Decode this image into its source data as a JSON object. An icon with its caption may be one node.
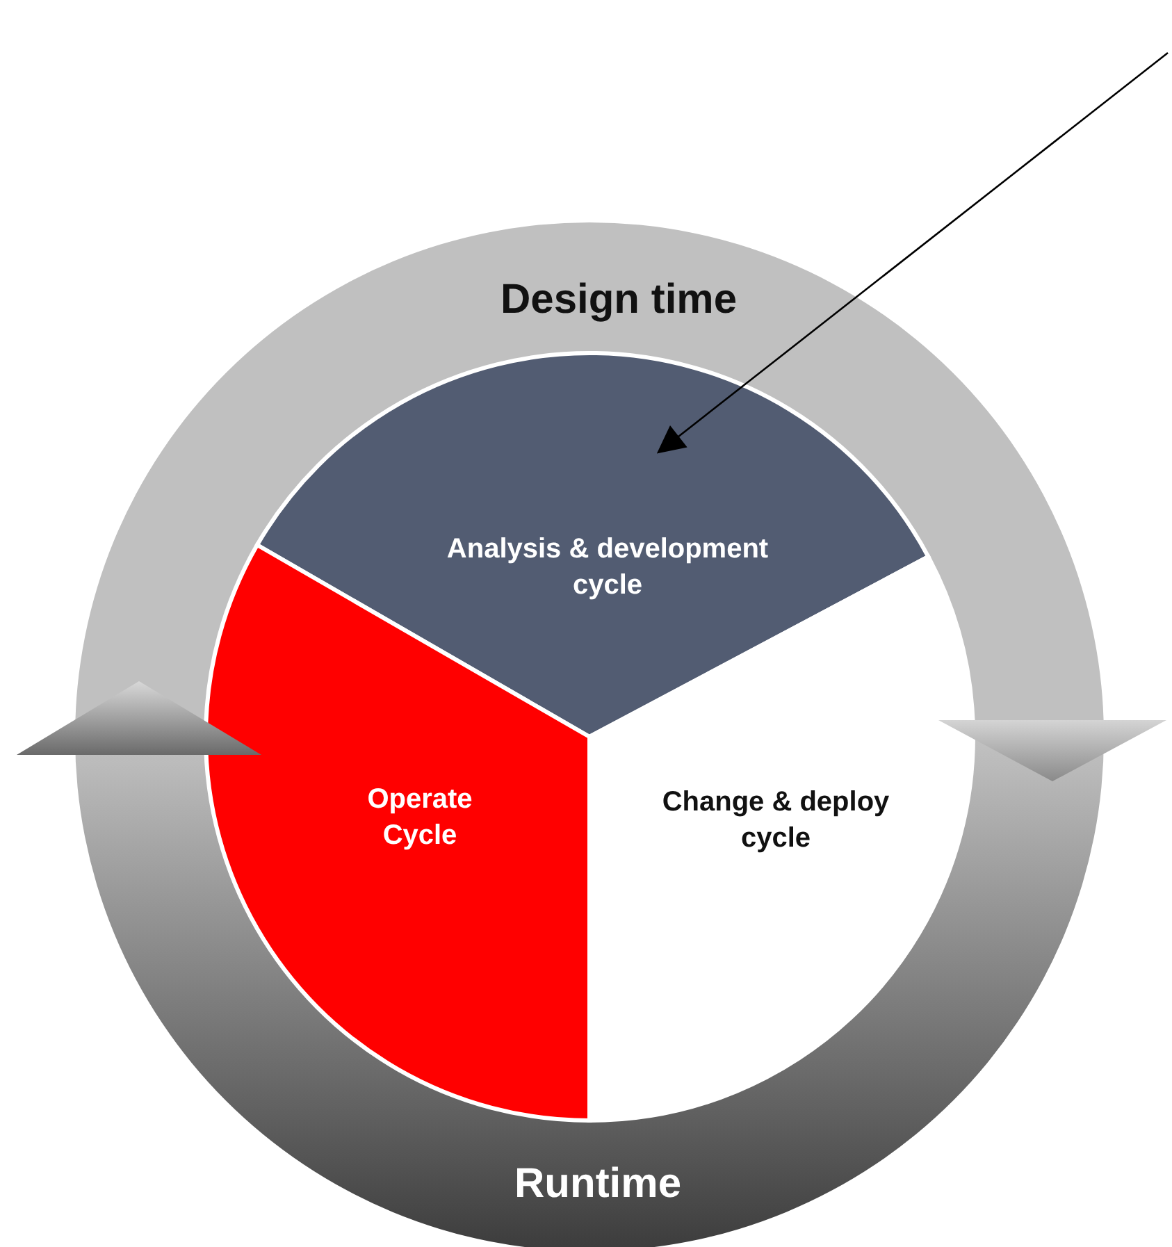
{
  "diagram": {
    "nodes": [
      {
        "text": [
          "Design time"
        ]
      },
      {
        "text": [
          "Runtime"
        ]
      },
      {
        "text": [
          "Analysis & development cycle"
        ]
      },
      {
        "text": [
          "Operate Cycle"
        ]
      },
      {
        "text": [
          "Change & deploy cycle"
        ]
      }
    ],
    "edges": [
      {
        "from": null,
        "to": 2,
        "arrow": "to",
        "color": "#000000"
      },
      {
        "from": 1,
        "to": 0,
        "arrow": "to"
      },
      {
        "from": 0,
        "to": 1,
        "arrow": "to"
      }
    ]
  }
}
